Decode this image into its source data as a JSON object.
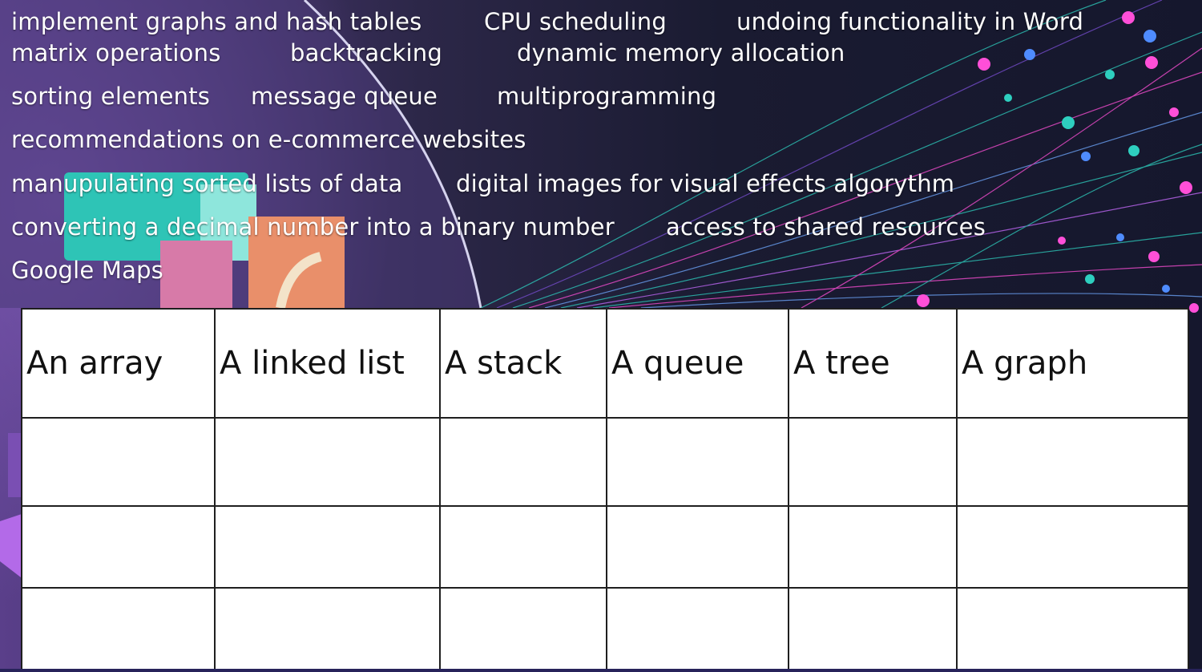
{
  "terms": [
    "implement graphs and hash tables",
    "CPU scheduling",
    "undoing functionality in Word",
    "matrix operations",
    "backtracking",
    "dynamic memory allocation",
    "sorting elements",
    "message queue",
    "multiprogramming",
    "recommendations on e-commerce websites",
    "manupulating sorted lists of data",
    "digital images for visual effects algorythm",
    "converting a decimal number into a binary number",
    "access to shared resources",
    "Google Maps"
  ],
  "table": {
    "headers": [
      "An array",
      "A linked list",
      "A stack",
      "A queue",
      "A tree",
      "A graph"
    ]
  },
  "colors": {
    "background": "#1b1c33",
    "term_text": "#ffffff",
    "table_border": "#1f1f1f",
    "table_fill": "#ffffff",
    "accent_teal": "#2ecfbf",
    "accent_pink": "#ff4fd8",
    "accent_purple": "#7b4fd6"
  }
}
